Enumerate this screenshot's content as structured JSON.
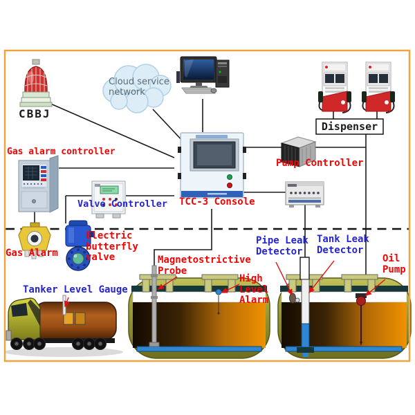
{
  "labels": {
    "cbbj": "CBBJ",
    "cloud": "Cloud service network",
    "gas_alarm_controller": "Gas alarm controller",
    "valve_controller": "Valve Controller",
    "console": "TCC-3 Console",
    "pump_controller": "Pump Controller",
    "dispenser": "Dispenser",
    "gas_alarm": "Gas Alarm",
    "butterfly_valve": "Electric butterfly valve",
    "magnetostrictive_probe": "Magnetostrictive Probe",
    "high_level_alarm": "High Level Alarm",
    "pipe_leak_detector": "Pipe Leak Detector",
    "tank_leak_detector": "Tank Leak Detector",
    "oil_pump": "Oil Pump",
    "tanker_level_gauge": "Tanker Level Gauge"
  },
  "colors": {
    "frame_orange": "#F1A43E",
    "label_red": "#F00505",
    "label_blue": "#2525CD",
    "fuel_orange": "#EE8E00",
    "tank_olive": "#9C9C38",
    "water_blue": "#2E86D4"
  }
}
